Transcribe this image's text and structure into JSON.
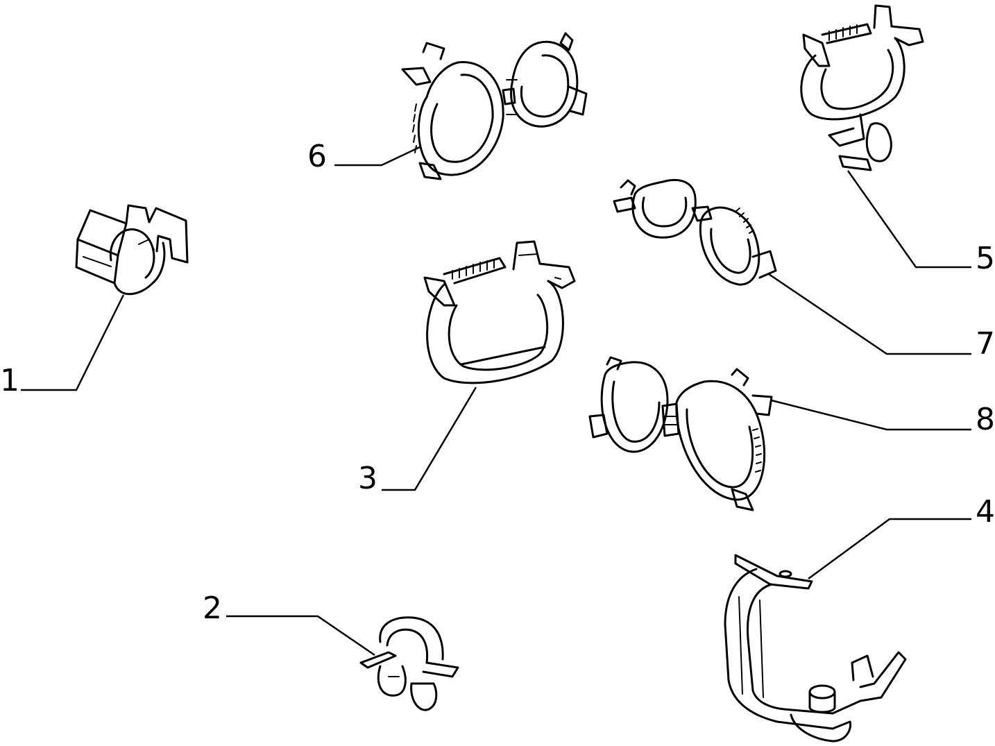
{
  "callouts": {
    "c1": "1",
    "c2": "2",
    "c3": "3",
    "c4": "4",
    "c5": "5",
    "c6": "6",
    "c7": "7",
    "c8": "8"
  },
  "colors": {
    "ink": "#000000",
    "paper": "#ffffff"
  }
}
